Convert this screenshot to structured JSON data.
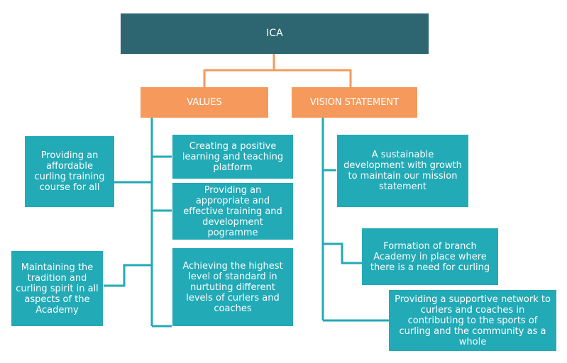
{
  "title": "ICA",
  "values": {
    "header": "VALUES",
    "items": [
      "Providing an affordable curling training course for all",
      "Maintaining the tradition and curling spirit in all aspects of the Academy",
      "Creating a positive learning and teaching platform",
      "Providing an appropriate and effective training and development pogramme",
      "Achieving the highest level of standard in nurtuting different levels of curlers and coaches"
    ]
  },
  "vision": {
    "header": "VISION STATEMENT",
    "items": [
      "A sustainable development with growth to maintain our mission statement",
      "Formation of branch Academy in place where there is a need for curling",
      "Providing a supportive network to curlers and coaches in contributing to the sports of curling and the community as a whole"
    ]
  },
  "colors": {
    "title": "#2d6571",
    "header": "#f59a5c",
    "box": "#22aab6",
    "connector_top": "#f59a5c",
    "connector": "#22aab6"
  }
}
